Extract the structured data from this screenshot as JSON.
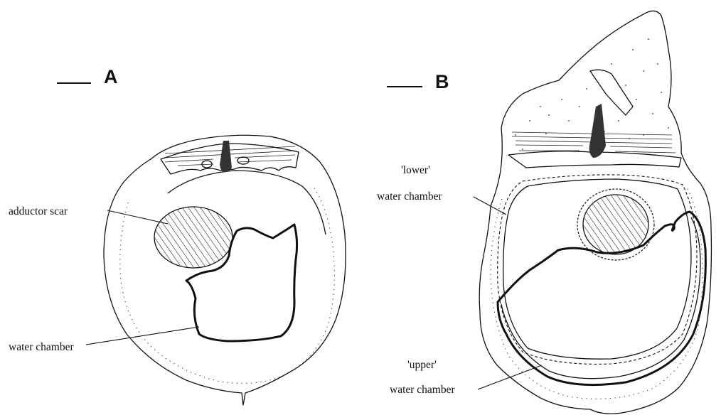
{
  "figure": {
    "panels": [
      {
        "letter": "A",
        "labels": {
          "adductor_scar": "adductor scar",
          "water_chamber": "water chamber"
        }
      },
      {
        "letter": "B",
        "labels": {
          "lower_line1": "'lower'",
          "lower_line2": "water chamber",
          "upper_line1": "'upper'",
          "upper_line2": "water chamber"
        }
      }
    ]
  }
}
